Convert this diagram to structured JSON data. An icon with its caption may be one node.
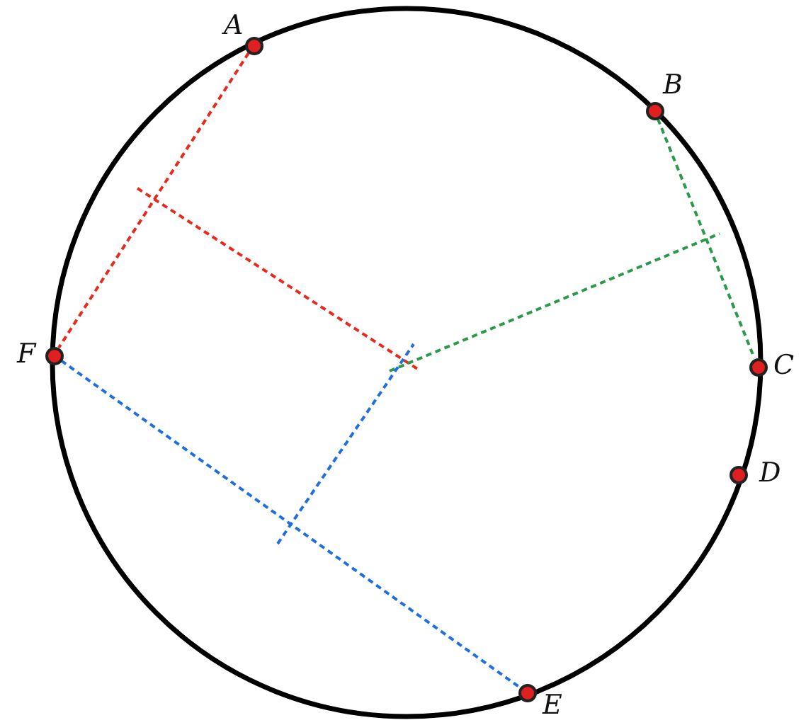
{
  "diagram": {
    "nodes": [
      {
        "text": [],
        "shape": "circle",
        "beside": [
          "A"
        ]
      },
      {
        "text": [],
        "shape": "circle",
        "beside": [
          "B"
        ]
      },
      {
        "text": [],
        "shape": "circle",
        "beside": [
          "C"
        ]
      },
      {
        "text": [],
        "shape": "circle",
        "beside": [
          "D"
        ]
      },
      {
        "text": [],
        "shape": "circle",
        "beside": [
          "E"
        ]
      },
      {
        "text": [],
        "shape": "circle",
        "beside": [
          "F"
        ]
      }
    ],
    "edges": [
      {
        "from": 0,
        "to": 5,
        "arrow": "none",
        "style": "dashed",
        "color": "#e8291c"
      },
      {
        "from": 1,
        "to": 2,
        "arrow": "none",
        "style": "dashed",
        "color": "#2a9a4a"
      },
      {
        "from": 5,
        "to": 4,
        "arrow": "none",
        "style": "dashed",
        "color": "#1f6fe0"
      }
    ]
  }
}
